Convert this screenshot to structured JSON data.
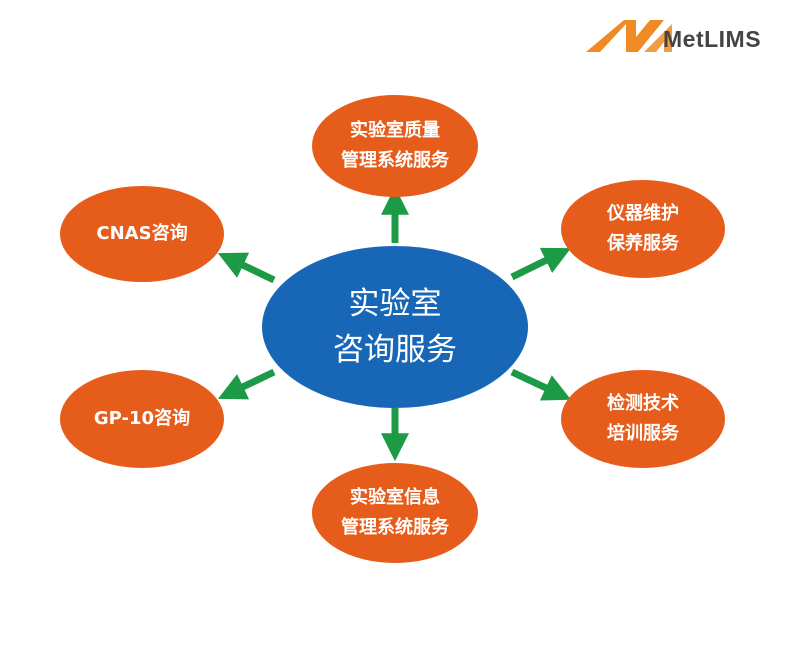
{
  "brand": {
    "name": "MetLIMS",
    "accent_color": "#f08a24"
  },
  "colors": {
    "node_fill": "#e65c1a",
    "center_fill": "#1767b6",
    "arrow": "#1c9a46"
  },
  "center": {
    "line1": "实验室",
    "line2": "咨询服务"
  },
  "nodes": {
    "top": {
      "line1": "实验室质量",
      "line2": "管理系统服务"
    },
    "upper_right": {
      "line1": "仪器维护",
      "line2": "保养服务"
    },
    "lower_right": {
      "line1": "检测技术",
      "line2": "培训服务"
    },
    "bottom": {
      "line1": "实验室信息",
      "line2": "管理系统服务"
    },
    "lower_left": {
      "line1": "GP-10咨询"
    },
    "upper_left": {
      "line1": "CNAS咨询"
    }
  }
}
